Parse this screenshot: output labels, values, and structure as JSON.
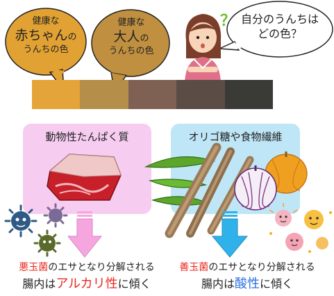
{
  "bubbles": {
    "child": {
      "line1": "健康な",
      "line2_a": "赤ちゃん",
      "line2_b": "の",
      "line3": "うんちの色"
    },
    "adult": {
      "line1": "健康な",
      "line2_a": "大人",
      "line2_b": "の",
      "line3": "うんちの色"
    },
    "question": {
      "line1": "自分のうんちは",
      "line2": "どの色？"
    }
  },
  "color_scale": [
    "#e4a43a",
    "#b58e4a",
    "#7e6152",
    "#5b4c46",
    "#3a3a36"
  ],
  "panels": {
    "left_title": "動物性たんぱく質",
    "right_title": "オリゴ糖や食物繊維",
    "left_color": "#f6cdf0",
    "right_color": "#bfe6f6"
  },
  "captions": {
    "left_line1_a": "悪玉菌",
    "left_line1_b": "のエサとなり分解される",
    "left_line2_a": "腸内は",
    "left_line2_b": "アルカリ性",
    "left_line2_c": "に傾く",
    "right_line1_a": "善玉菌",
    "right_line1_b": "のエサとなり分解される",
    "right_line2_a": "腸内は",
    "right_line2_b": "酸性",
    "right_line2_c": "に傾く"
  },
  "colors": {
    "bubble_child": "#e2a233",
    "bubble_adult": "#c09040",
    "bad_red": "#e8281e",
    "good_blue": "#2a6fe0",
    "arrow_pink": "#f6a6df",
    "arrow_blue": "#2fb2ea"
  },
  "icons": {
    "question_mark": "？",
    "person": "woman-thinking-icon",
    "meat": "meat-icon",
    "vegetables": "vegetables-icon",
    "bacteria_bad": "bad-bacteria-icon",
    "bacteria_good": "good-bacteria-icon"
  }
}
